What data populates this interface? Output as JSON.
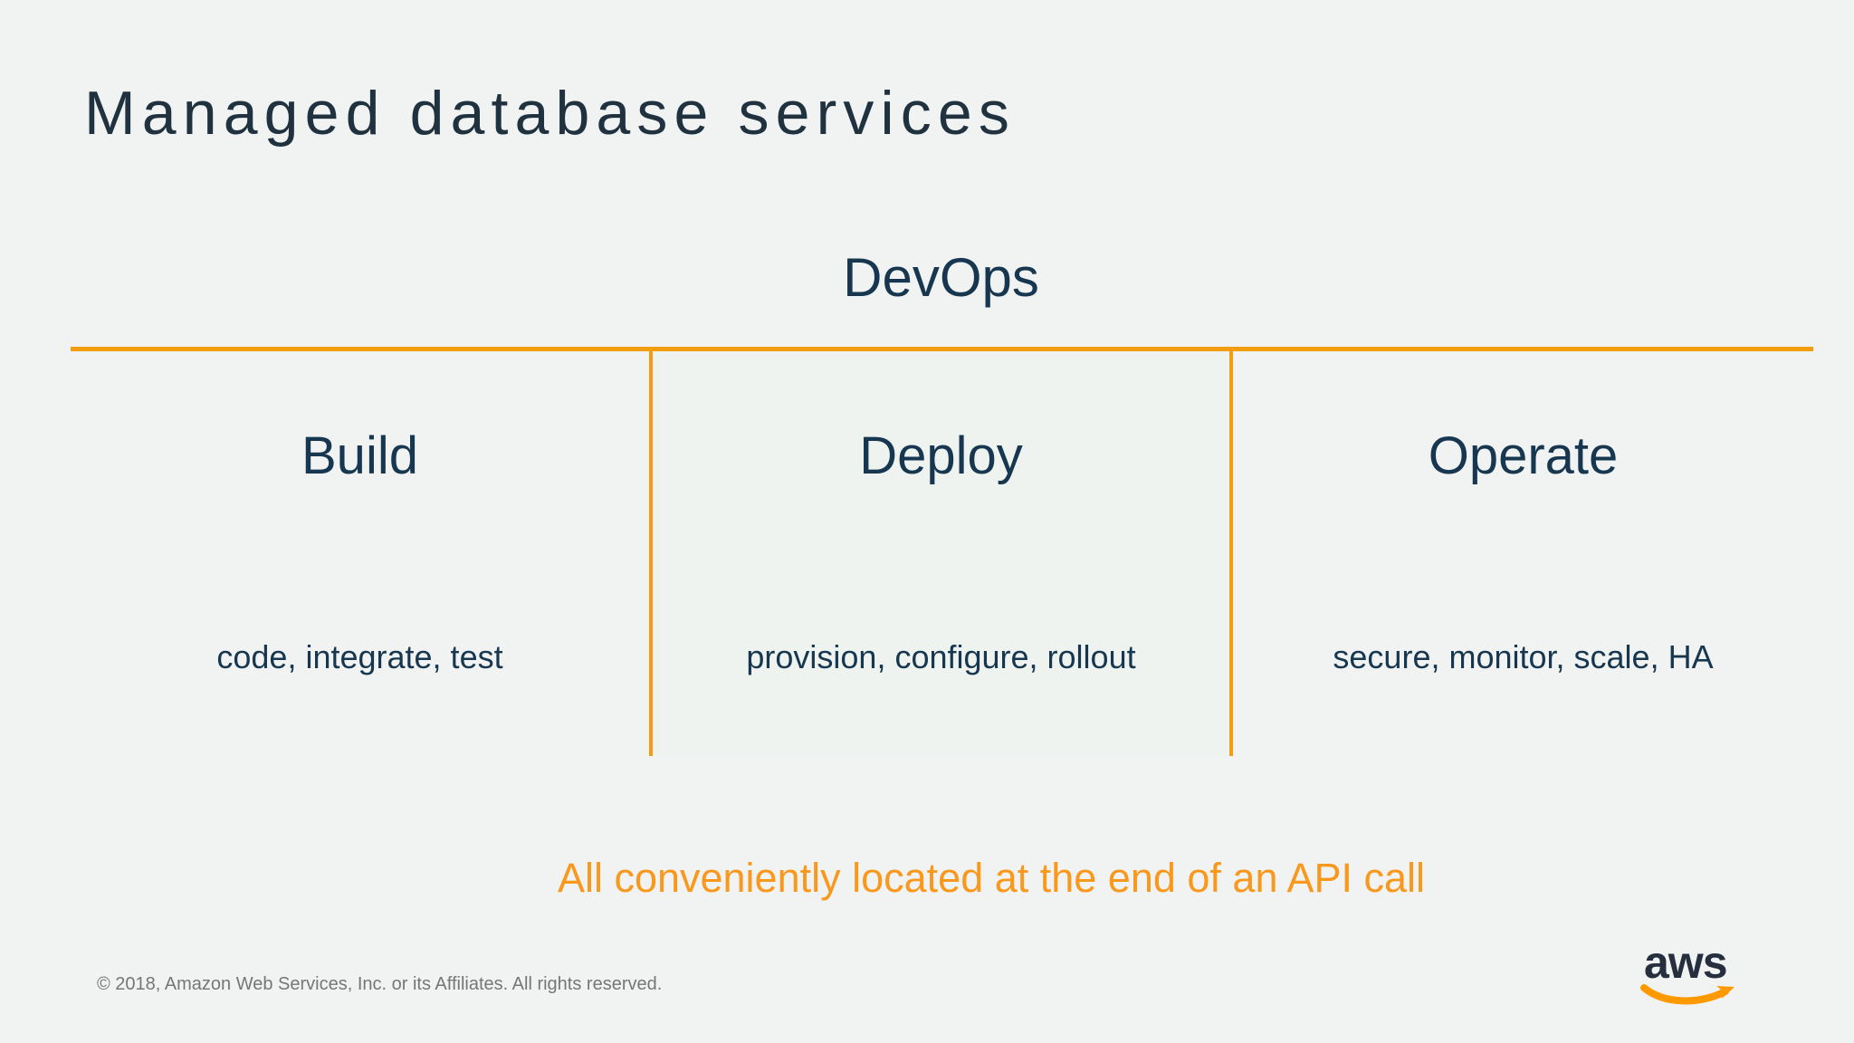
{
  "slide": {
    "title": "Managed database services",
    "devops": {
      "label": "DevOps"
    },
    "matrix": {
      "columns": [
        {
          "header": "Build",
          "description": "code, integrate, test"
        },
        {
          "header": "Deploy",
          "description": "provision, configure, rollout"
        },
        {
          "header": "Operate",
          "description": "secure, monitor, scale, HA"
        }
      ]
    },
    "tagline": "All conveniently located at the end of an API call",
    "footer": {
      "copyright": "© 2018, Amazon Web Services, Inc. or its Affiliates. All rights reserved."
    },
    "logo": {
      "text": "aws"
    },
    "colors": {
      "background": "#F1F2F2",
      "navy": "#16374F",
      "title_navy": "#20323F",
      "orange_line": "#F29D0F",
      "orange_text": "#F8991D",
      "footer_gray": "#767676",
      "logo_navy": "#252F3E",
      "logo_orange": "#FF9900"
    }
  }
}
